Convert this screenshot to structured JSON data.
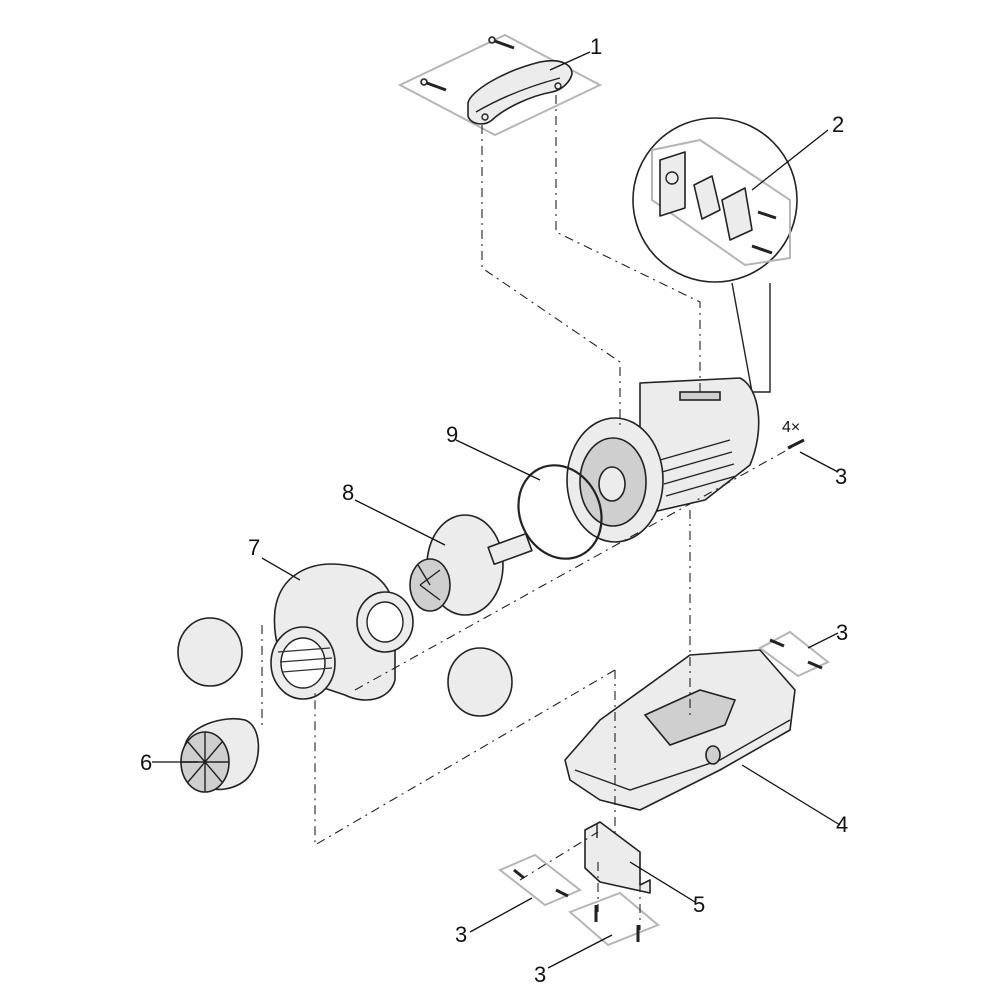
{
  "callouts": {
    "handle": "1",
    "connection_panel": "2",
    "screw_top": "3",
    "screw_count": "4×",
    "screw_base_right": "3",
    "screw_bracket_left": "3",
    "screw_bracket_bottom": "3",
    "base_cover": "4",
    "bracket": "5",
    "filter_cap": "6",
    "pump_housing": "7",
    "impeller": "8",
    "o_ring": "9"
  }
}
